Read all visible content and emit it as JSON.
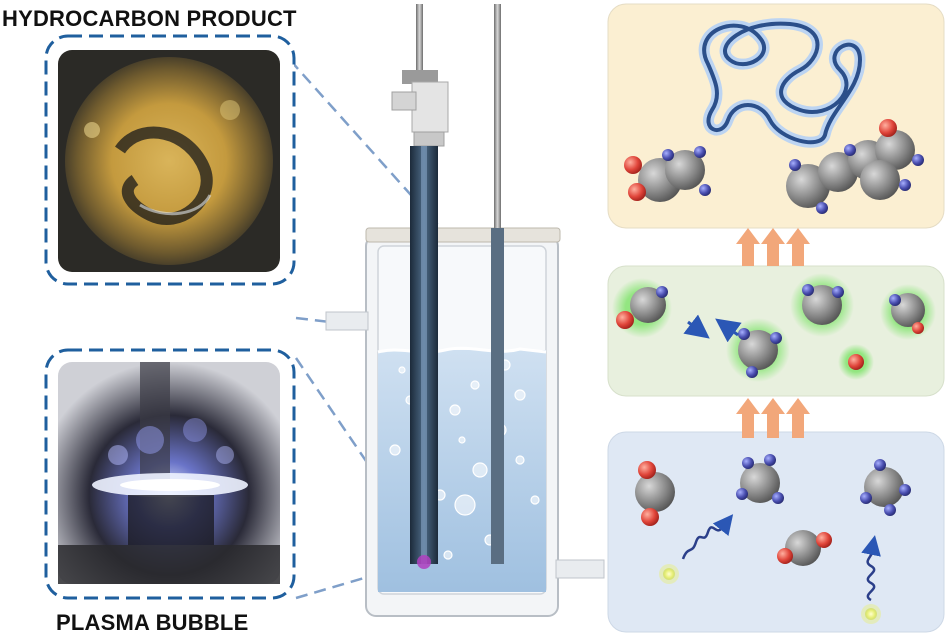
{
  "labels": {
    "hydrocarbon_product": "HYDROCARBON PRODUCT",
    "plasma_bubble": "PLASMA BUBBLE"
  },
  "colors": {
    "callout_border": "#1f5f9e",
    "zoom_line": "#7f9fc9",
    "panel_top": "#fbefd2",
    "panel_middle": "#e8f0de",
    "panel_bottom": "#dfe8f4",
    "arrow": "#f2a77a",
    "carbon": "#8a8a8a",
    "oxygen": "#e0453a",
    "hydrogen": "#4a4fb0",
    "polymer": "#2b4f8a",
    "water": "#b9d3ea",
    "photon": "#e9f07a"
  },
  "icons": [
    "co2-molecule",
    "methane-molecule",
    "oxygen-atom",
    "photon-wave",
    "polymer-chain",
    "electrode",
    "plasma-bubble"
  ]
}
